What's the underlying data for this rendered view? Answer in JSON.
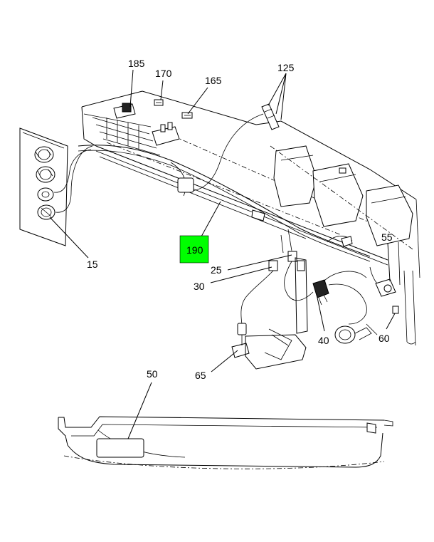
{
  "callouts": {
    "c185": "185",
    "c170": "170",
    "c165": "165",
    "c125": "125",
    "c15": "15",
    "c190": "190",
    "c25": "25",
    "c30": "30",
    "c55": "55",
    "c40": "40",
    "c60": "60",
    "c65": "65",
    "c50": "50"
  },
  "highlight": {
    "label": "190",
    "color": "#00ff00"
  }
}
